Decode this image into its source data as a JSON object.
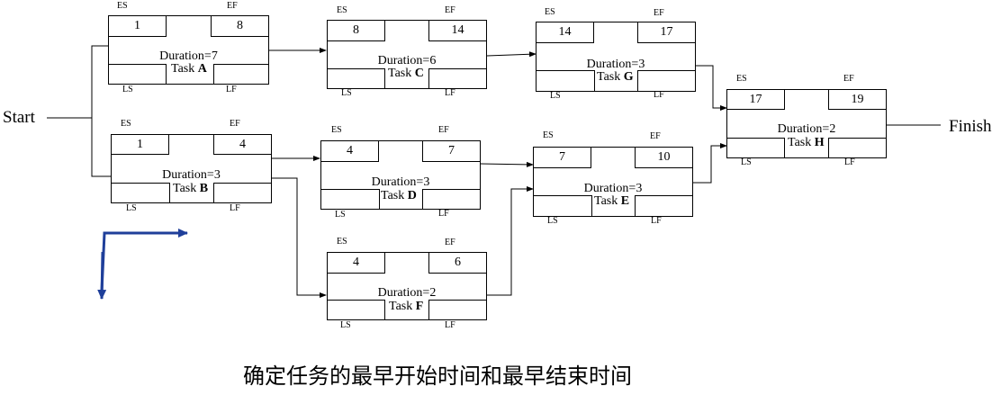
{
  "labels": {
    "es": "ES",
    "ef": "EF",
    "ls": "LS",
    "lf": "LF"
  },
  "start_label": "Start",
  "finish_label": "Finish",
  "caption": "确定任务的最早开始时间和最早结束时间",
  "legend_arrow_color": "#1f3f9a",
  "tasks": [
    {
      "id": "A",
      "es": "1",
      "ef": "8",
      "duration_text": "Duration=7",
      "task_prefix": "Task",
      "task_letter": "A"
    },
    {
      "id": "C",
      "es": "8",
      "ef": "14",
      "duration_text": "Duration=6",
      "task_prefix": "Task",
      "task_letter": "C"
    },
    {
      "id": "G",
      "es": "14",
      "ef": "17",
      "duration_text": "Duration=3",
      "task_prefix": "Task",
      "task_letter": "G"
    },
    {
      "id": "B",
      "es": "1",
      "ef": "4",
      "duration_text": "Duration=3",
      "task_prefix": "Task",
      "task_letter": "B"
    },
    {
      "id": "D",
      "es": "4",
      "ef": "7",
      "duration_text": "Duration=3",
      "task_prefix": "Task",
      "task_letter": "D"
    },
    {
      "id": "E",
      "es": "7",
      "ef": "10",
      "duration_text": "Duration=3",
      "task_prefix": "Task",
      "task_letter": "E"
    },
    {
      "id": "F",
      "es": "4",
      "ef": "6",
      "duration_text": "Duration=2",
      "task_prefix": "Task",
      "task_letter": "F"
    },
    {
      "id": "H",
      "es": "17",
      "ef": "19",
      "duration_text": "Duration=2",
      "task_prefix": "Task",
      "task_letter": "H"
    }
  ]
}
